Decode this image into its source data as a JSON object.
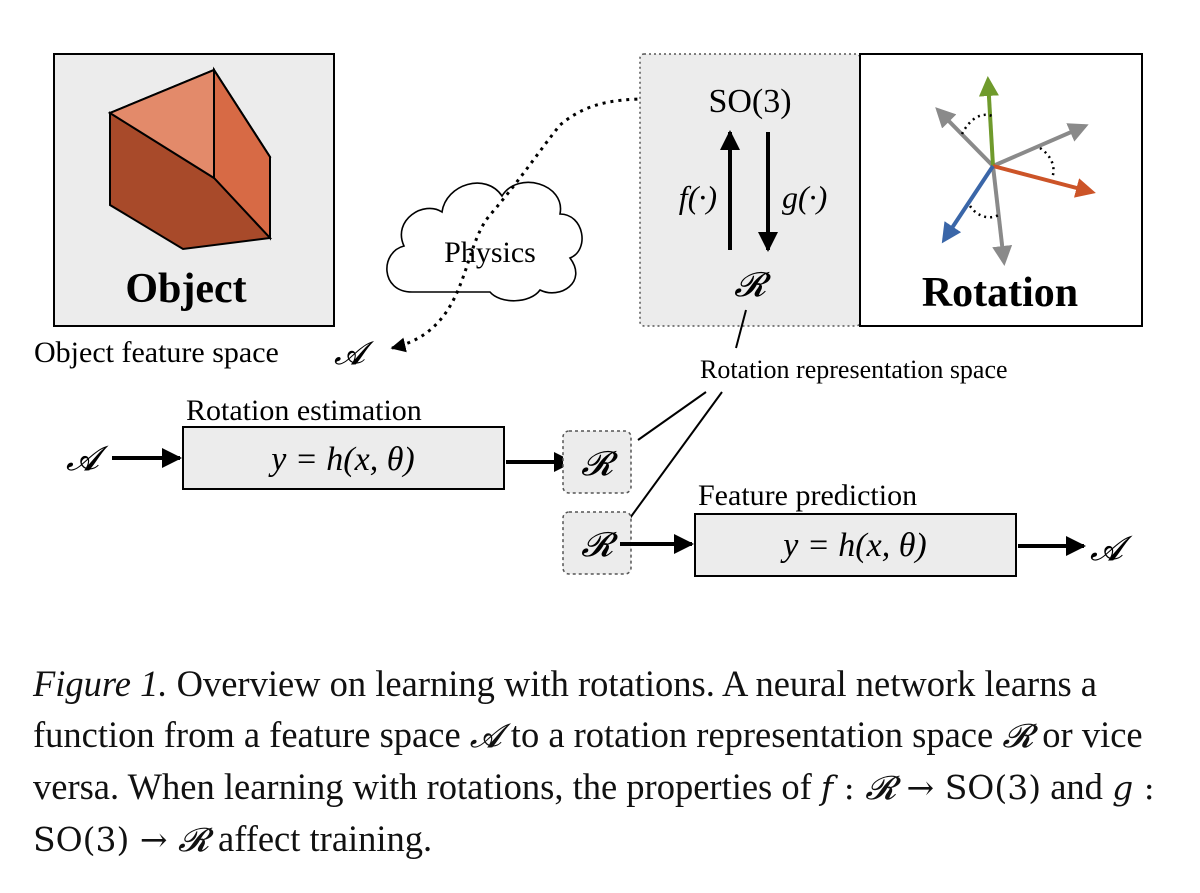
{
  "object_panel": {
    "label": "Object",
    "feature_space_label": "Object feature space",
    "symbol": "𝓐"
  },
  "physics": {
    "label": "Physics"
  },
  "rotation_panel": {
    "group": "SO(3)",
    "f_label": "f(·)",
    "g_label": "g(·)",
    "rep_symbol": "𝓡",
    "label": "Rotation",
    "rep_space_label": "Rotation representation space"
  },
  "estimation": {
    "title": "Rotation estimation",
    "input_symbol": "𝓐",
    "formula": "y = h(x, θ)",
    "output_symbol": "𝓡"
  },
  "prediction": {
    "title": "Feature prediction",
    "input_symbol": "𝓡",
    "formula": "y = h(x, θ)",
    "output_symbol": "𝓐"
  },
  "caption": {
    "figure_label": "Figure 1.",
    "s1": "Overview on learning with rotations. A neural network learns a function from a feature space",
    "A": "𝓐",
    "s2": "to a rotation representation space",
    "R": "𝓡",
    "s3": "or vice versa. When learning with rotations, the properties of",
    "f": "f",
    "colon1": " : ",
    "R2": "𝓡",
    "arrow1": " → SO(3)",
    "and": "and",
    "g": "g",
    "colon2": " : ",
    "so3": "SO(3) → ",
    "R3": "𝓡",
    "s4": "affect training."
  },
  "colors": {
    "panel_fill": "#ececec",
    "cube_top": "#e38a6a",
    "cube_right": "#d76a45",
    "cube_bottom": "#a84a2a",
    "axis_green": "#6f9a2c",
    "axis_orange": "#cc5428",
    "axis_blue": "#3a66a8",
    "axis_gray": "#8a8a8a"
  }
}
